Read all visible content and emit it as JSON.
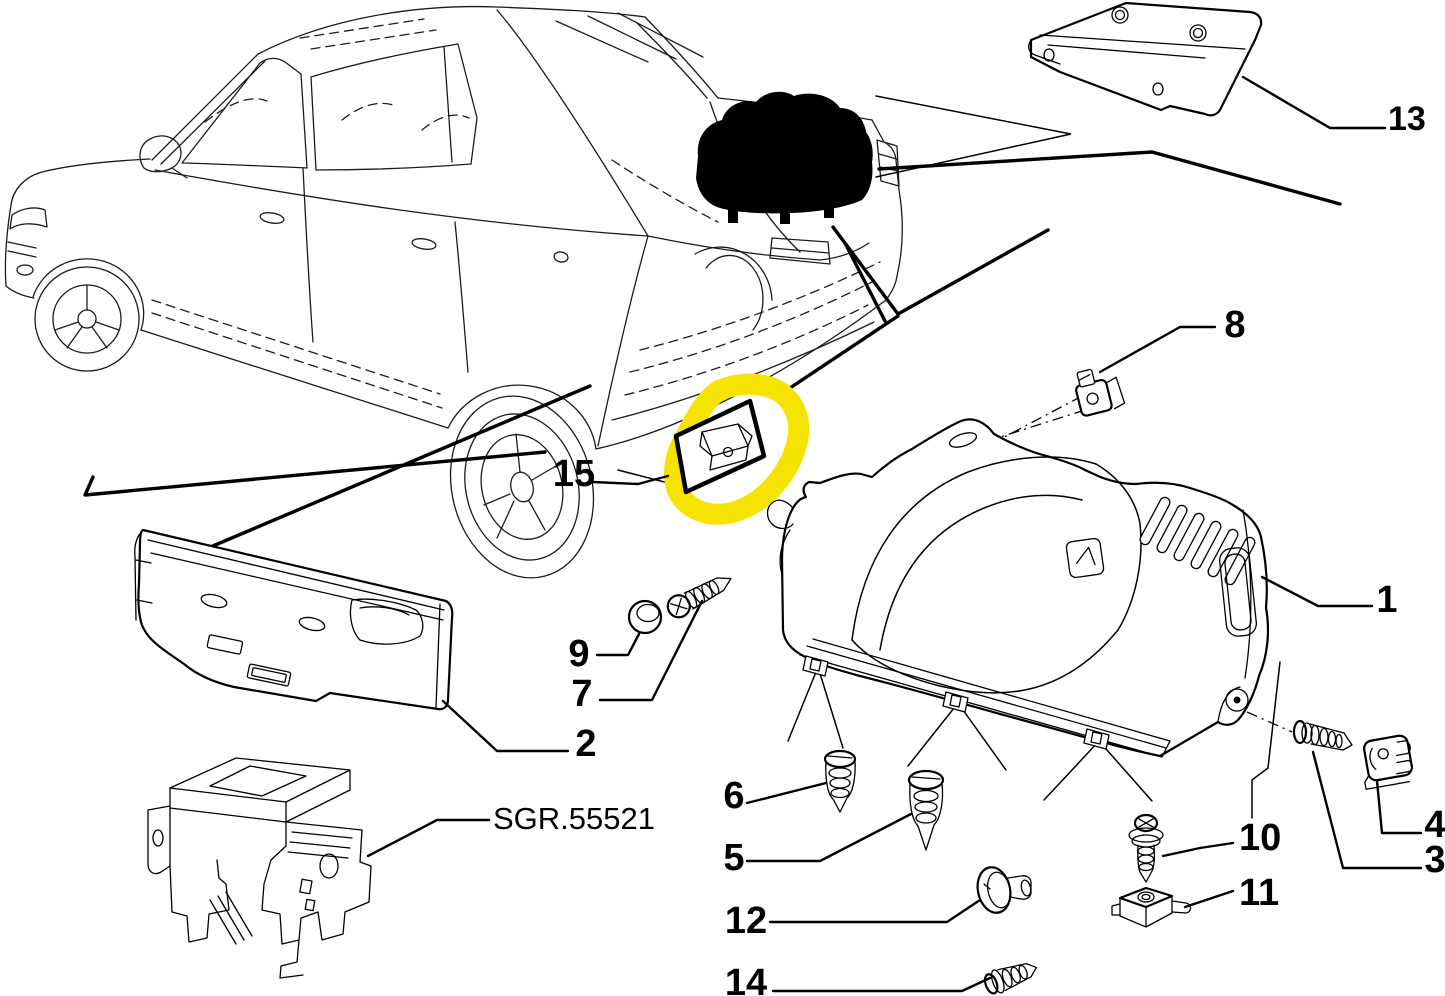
{
  "figure": {
    "type": "exploded-parts-diagram",
    "subject": "car rear luggage compartment trim panels and fasteners",
    "background_color": "#ffffff",
    "line_color": "#000000",
    "highlight_color": "#f6e400",
    "highlighted_part": "15"
  },
  "labels": {
    "p1": "1",
    "p2": "2",
    "p3": "3",
    "p4": "4",
    "p5": "5",
    "p6": "6",
    "p7": "7",
    "p8": "8",
    "p9": "9",
    "p10": "10",
    "p11": "11",
    "p12": "12",
    "p13": "13",
    "p14": "14",
    "p15": "15",
    "sgr": "SGR.55521"
  }
}
